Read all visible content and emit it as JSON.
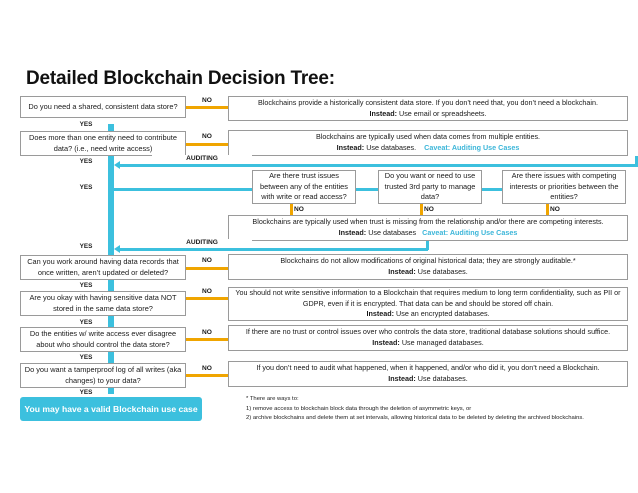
{
  "title": "Detailed Blockchain Decision Tree:",
  "labels": {
    "no": "NO",
    "yes": "YES",
    "auditing": "AUDITING",
    "instead": "Instead:",
    "caveat": "Caveat: Auditing Use Cases"
  },
  "colors": {
    "teal": "#3cc0de",
    "orange": "#f0a500",
    "box_border": "#9a9a9a",
    "text": "#1a1a1a",
    "caveat_text": "#3cb6d9"
  },
  "questions": [
    {
      "id": "q1",
      "text": "Do you need a shared, consistent data store?"
    },
    {
      "id": "q2",
      "text": "Does more than one entity need to contribute data? (i.e., need write access)"
    },
    {
      "id": "q3",
      "text": "Are there trust issues between any of the entities with write or read access?"
    },
    {
      "id": "q4",
      "text": "Do you want or need to use trusted 3rd party to manage data?"
    },
    {
      "id": "q5",
      "text": "Are there issues with competing interests or priorities between the entities?"
    },
    {
      "id": "q6",
      "text": "Can you work around having data records that once written, aren’t updated or deleted?"
    },
    {
      "id": "q7",
      "text": "Are you okay with having sensitive data NOT stored in the same data store?"
    },
    {
      "id": "q8",
      "text": "Do the entities w/ write access ever disagree about who should control the data store?"
    },
    {
      "id": "q9",
      "text": "Do you want a tamperproof log of all writes (aka changes) to your data?"
    }
  ],
  "answers": [
    {
      "id": "a1",
      "line1": "Blockchains provide a historically consistent data store. If you don’t need that, you don’t need a blockchain.",
      "instead": "Use email or spreadsheets.",
      "caveat": ""
    },
    {
      "id": "a2",
      "line1": "Blockchains are typically used when data comes from multiple entities.",
      "instead": "Use databases.",
      "caveat": "Caveat: Auditing Use Cases"
    },
    {
      "id": "a3",
      "line1": "Blockchains are typically used when trust is missing from the relationship and/or there are competing interests.",
      "instead": "Use databases",
      "caveat": "Caveat: Auditing Use Cases"
    },
    {
      "id": "a4",
      "line1": "Blockchains do not allow modifications of original historical data; they are strongly auditable.*",
      "instead": "Use databases.",
      "caveat": ""
    },
    {
      "id": "a5",
      "line1": "You should not write sensitive information to a Blockchain that requires medium to long term confidentiality, such as PII or GDPR, even if it is encrypted. That data can be and should be stored off chain.",
      "instead": "Use an encrypted databases.",
      "caveat": ""
    },
    {
      "id": "a6",
      "line1": "If there are no trust or control issues over who controls the data store, traditional database solutions should suffice.",
      "instead": "Use managed databases.",
      "caveat": ""
    },
    {
      "id": "a7",
      "line1": "If you don’t need to audit what happened, when it happened, and/or who did it, you don’t need a Blockchain.",
      "instead": "Use databases.",
      "caveat": ""
    }
  ],
  "final": {
    "text": "You may have a valid Blockchain use case"
  },
  "footnote": {
    "line0": "* There are ways to:",
    "line1": "1) remove access to blockchain block data through the deletion of asymmetric keys, or",
    "line2": "2) archive blockchains and delete them at set intervals, allowing historical data to be deleted by deleting the archived blockchains."
  }
}
